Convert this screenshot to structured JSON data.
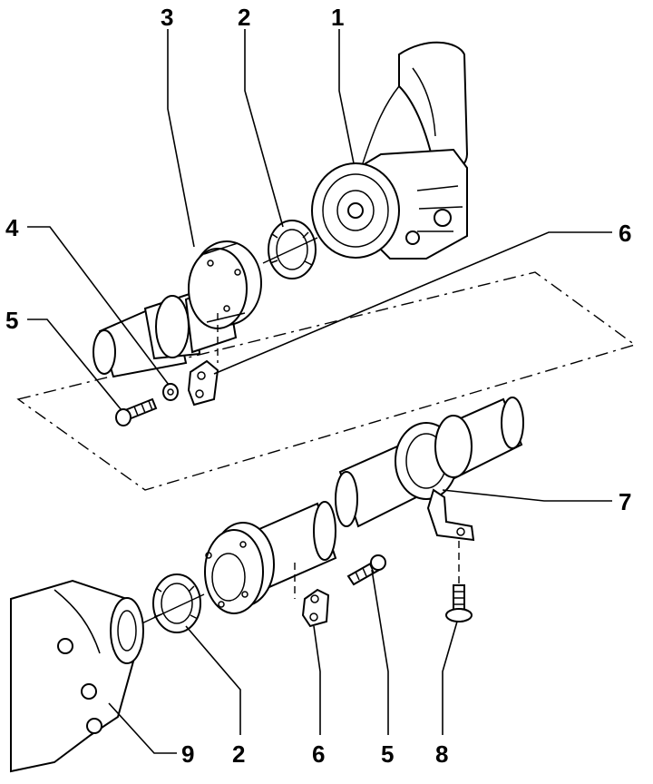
{
  "callouts": {
    "c1": "1",
    "c2_top": "2",
    "c3": "3",
    "c4": "4",
    "c5_left": "5",
    "c6_right": "6",
    "c7": "7",
    "c9": "9",
    "c2_bottom": "2",
    "c6_bottom": "6",
    "c5_bottom": "5",
    "c8": "8"
  }
}
